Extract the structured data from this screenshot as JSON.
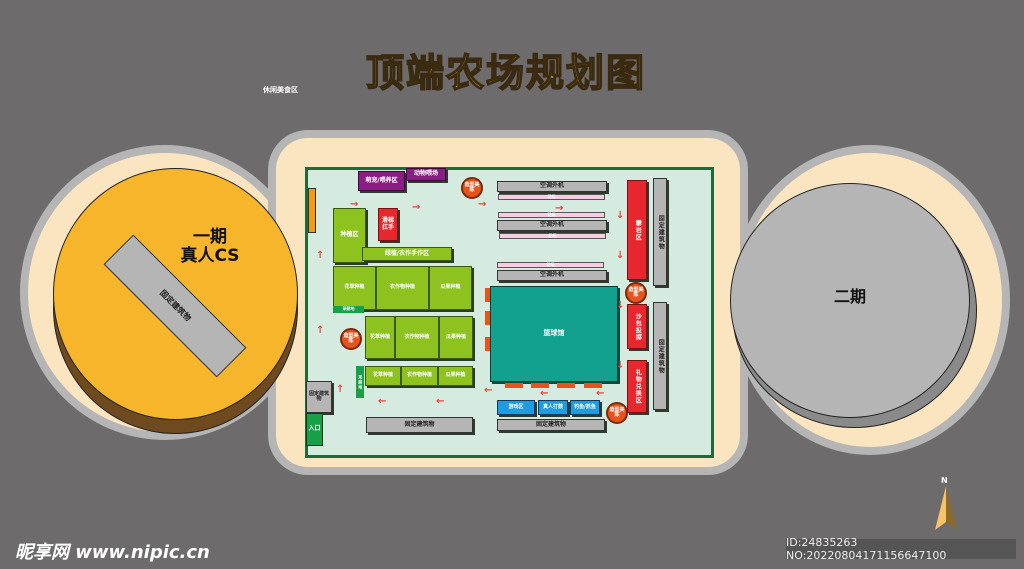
{
  "title": "顶端农场规划图",
  "leisure_food_label": "休闲美食区",
  "phase1": {
    "label": "一期\n真人CS",
    "building": "固定建筑物"
  },
  "phase2": {
    "label": "二期"
  },
  "zones": {
    "pet": "萌宠/喂养区",
    "animal": "动物喂场",
    "decor": "造型美陈",
    "planting": "种植区",
    "slide": "滑梯\n扛手",
    "handcraft": "绿植/农作手作区",
    "flower": "花草种植",
    "crop": "农作物种植",
    "fruit": "瓜果种植",
    "farmland": "采耕地",
    "fixed": "固定建筑物",
    "entrance": "入口",
    "ac": "空调外机",
    "flowerbed": "花坛",
    "climb": "攀岩区",
    "gym": "篮球馆",
    "sandbag": "沙包投掷",
    "gift": "礼物兑换区",
    "game": "游戏区",
    "drum": "真人打鼓",
    "fishing": "钓鱼/抓鱼"
  },
  "compass": "N",
  "watermark": "昵享网 www.nipic.cn",
  "image_id": "ID:24835263 NO:20220804171156647100",
  "colors": {
    "background": "#6d6b6c",
    "cream": "#fbe5c0",
    "plan": "#d5ebe0",
    "phase1": "#f6b52a",
    "green": "#8dc21f",
    "red": "#e8262d",
    "teal": "#12a08f"
  }
}
